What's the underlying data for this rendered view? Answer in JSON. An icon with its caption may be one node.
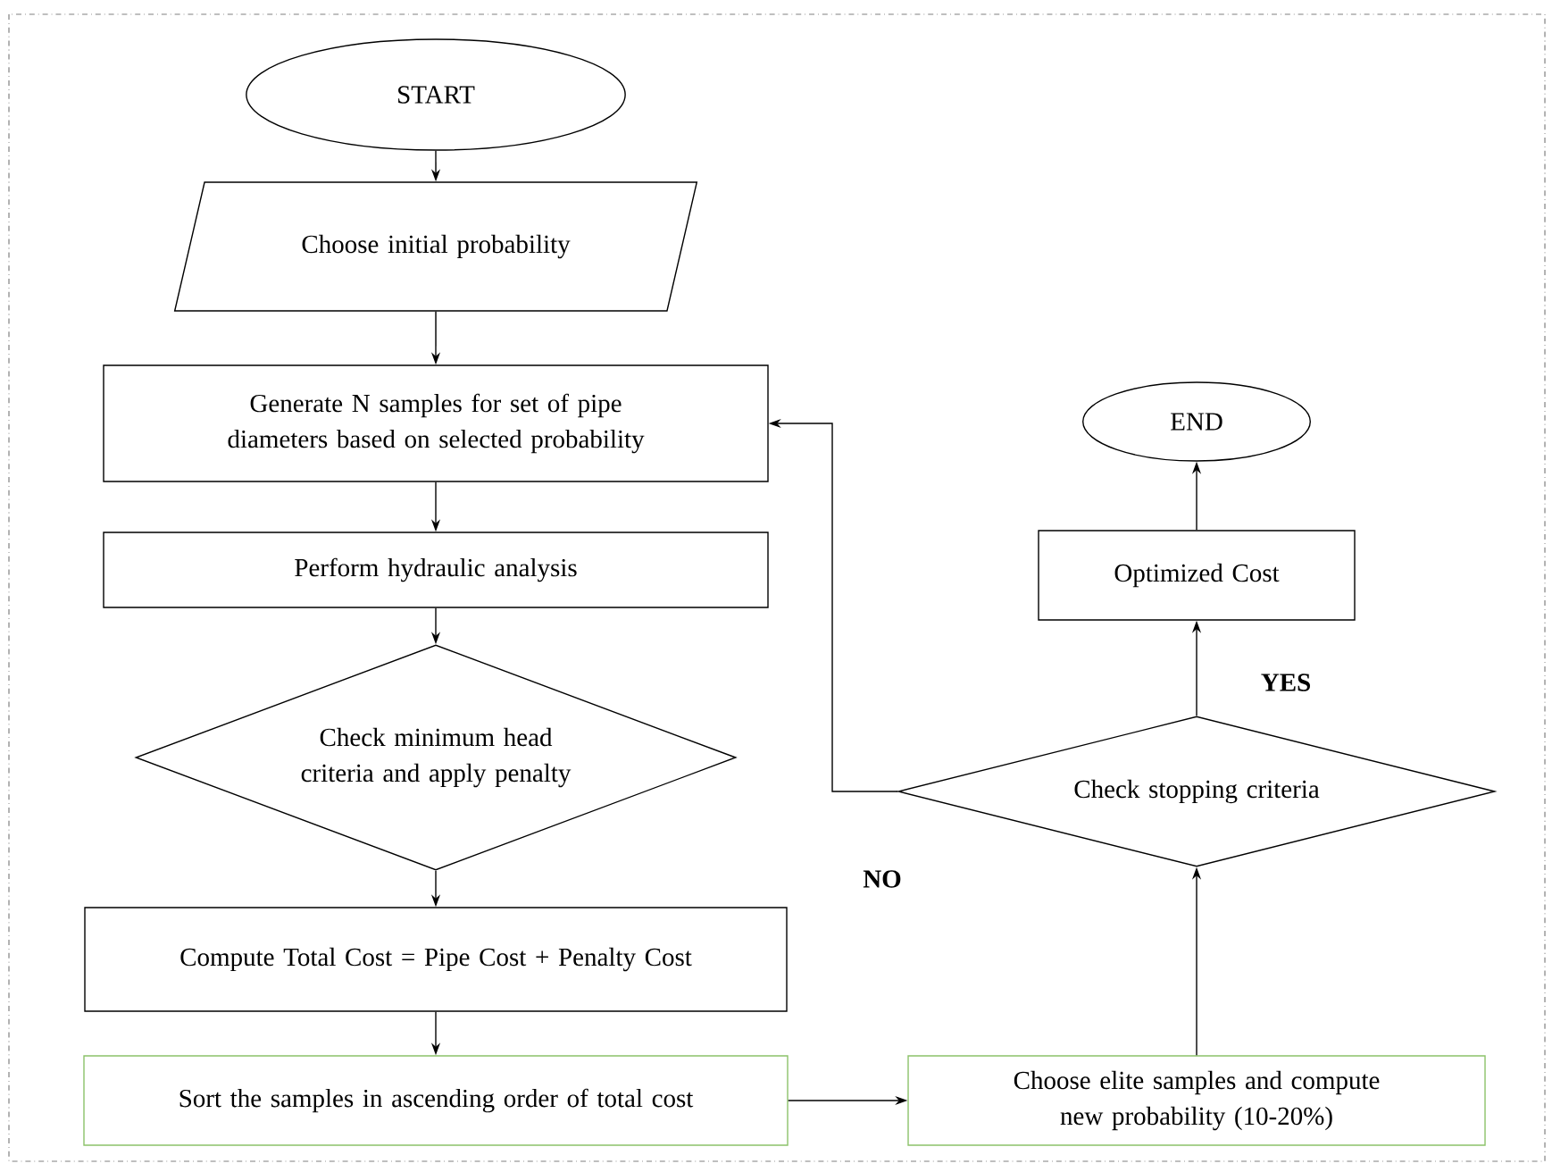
{
  "diagram": {
    "nodes": [
      {
        "text": [
          "START"
        ]
      },
      {
        "text": [
          "Choose initial probability"
        ]
      },
      {
        "text": [
          "Generate N samples for set of pipe diameters based on selected probability"
        ]
      },
      {
        "text": [
          "Perform hydraulic analysis"
        ]
      },
      {
        "text": [
          "Check minimum head criteria and apply penalty"
        ]
      },
      {
        "text": [
          "Compute Total Cost = Pipe Cost + Penalty Cost"
        ]
      },
      {
        "text": [
          "Sort the samples in ascending order of total cost"
        ]
      },
      {
        "text": [
          "Choose elite samples and compute new probability (10-20%)"
        ]
      },
      {
        "text": [
          "Check stopping criteria"
        ]
      },
      {
        "text": [
          "Optimized Cost"
        ]
      },
      {
        "text": [
          "END"
        ]
      }
    ],
    "edges": [
      {
        "from": 0,
        "to": 1,
        "arrow": "to"
      },
      {
        "from": 1,
        "to": 2,
        "arrow": "to"
      },
      {
        "from": 2,
        "to": 3,
        "arrow": "to"
      },
      {
        "from": 3,
        "to": 4,
        "arrow": "to"
      },
      {
        "from": 4,
        "to": 5,
        "arrow": "to"
      },
      {
        "from": 5,
        "to": 6,
        "arrow": "to"
      },
      {
        "from": 6,
        "to": 7,
        "arrow": "to"
      },
      {
        "from": 7,
        "to": 8,
        "arrow": "to"
      },
      {
        "from": 8,
        "to": 9,
        "arrow": "to",
        "label": "YES"
      },
      {
        "from": 9,
        "to": 10,
        "arrow": "to"
      },
      {
        "from": 8,
        "to": 2,
        "arrow": "to",
        "label": "NO"
      }
    ]
  }
}
